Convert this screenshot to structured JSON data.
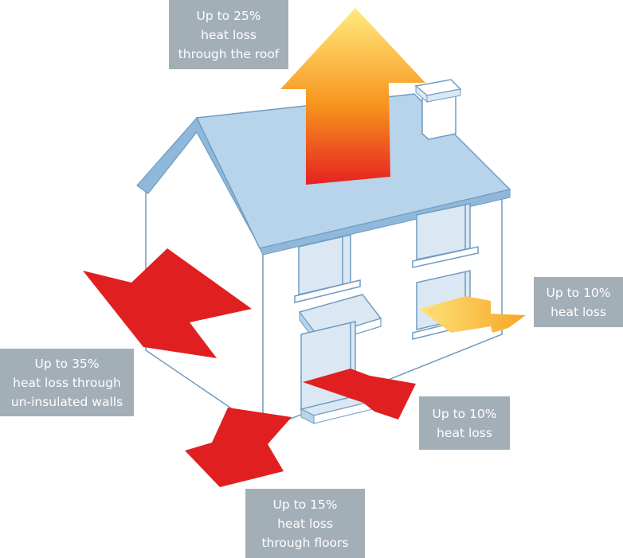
{
  "callouts": {
    "roof": {
      "lines": [
        "Up to 25%",
        "heat loss",
        "through the roof"
      ]
    },
    "walls": {
      "lines": [
        "Up to 35%",
        "heat loss through",
        "un-insulated walls"
      ]
    },
    "floors": {
      "lines": [
        "Up to 15%",
        "heat loss",
        "through floors"
      ]
    },
    "draughts": {
      "lines": [
        "Up to 10%",
        "heat loss"
      ]
    },
    "windows": {
      "lines": [
        "Up to 10%",
        "heat loss"
      ]
    }
  },
  "colors": {
    "roof": "#b8d4ea",
    "roof_dark": "#8fb8da",
    "outline": "#6f9cc4",
    "wall_front": "#ffffff",
    "window_fill": "#dbe8f3",
    "arrow_red": "#e02020",
    "arrow_orange": "#f5a623",
    "arrow_yellow": "#ffe070",
    "label_bg": "#a3afb6",
    "label_text": "#ffffff"
  },
  "icons": {
    "roof_arrow": "arrow-up-icon",
    "wall_arrow": "arrow-left-icon",
    "floor_arrow": "arrow-down-left-icon",
    "door_arrow": "arrow-right-icon",
    "window_arrow": "arrow-right-icon"
  }
}
